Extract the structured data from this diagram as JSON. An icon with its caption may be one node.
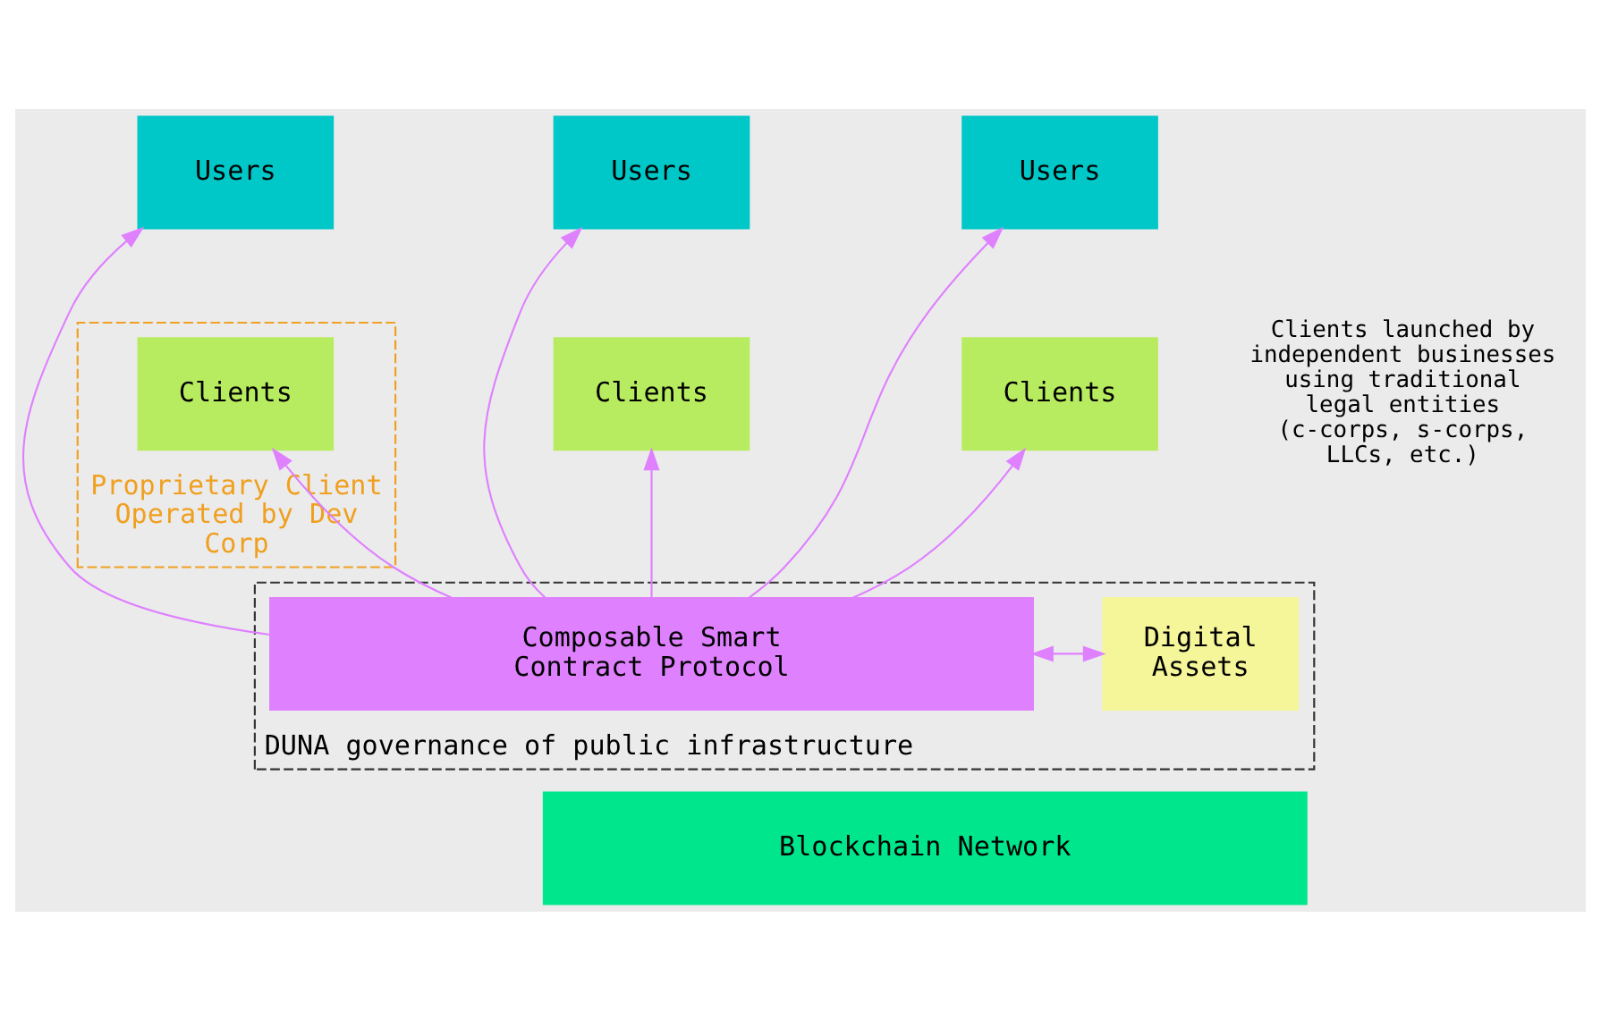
{
  "diagram": {
    "nodes": [
      {
        "text": [
          "Users"
        ]
      },
      {
        "text": [
          "Users"
        ]
      },
      {
        "text": [
          "Users"
        ]
      },
      {
        "text": [
          "Proprietary Client Operated by Dev Corp"
        ]
      },
      {
        "text": [
          "Clients"
        ],
        "in": 3
      },
      {
        "text": [
          "Clients"
        ]
      },
      {
        "text": [
          "Clients"
        ]
      },
      {
        "text": [
          "DUNA governance of public infrastructure"
        ]
      },
      {
        "text": [
          "Digital Assets"
        ],
        "in": 7
      },
      {
        "text": [
          "Composable Smart Contract Protocol"
        ],
        "in": 7
      },
      {
        "text": [
          "Blockchain Network"
        ]
      }
    ],
    "edges": [
      {
        "from": 8,
        "to": 9,
        "arrow": "both"
      },
      {
        "from": 9,
        "to": 0,
        "arrow": "to"
      },
      {
        "from": 9,
        "to": 4,
        "arrow": "to"
      },
      {
        "from": 9,
        "to": 1,
        "arrow": "to"
      },
      {
        "from": 9,
        "to": 5,
        "arrow": "to"
      },
      {
        "from": 9,
        "to": 2,
        "arrow": "to"
      },
      {
        "from": 9,
        "to": 6,
        "arrow": "to"
      }
    ],
    "labels": [
      "Clients launched by independent businesses using traditional legal entities (c-corps, s-corps, LLCs, etc.)"
    ]
  }
}
